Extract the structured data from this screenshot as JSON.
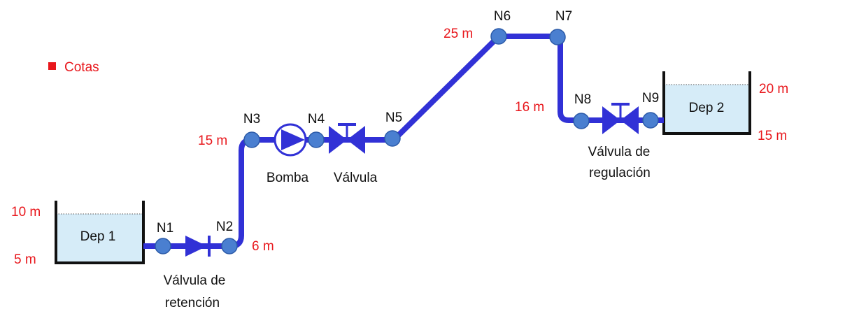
{
  "colors": {
    "pipe": "#3131d6",
    "node_fill": "#4a7fd0",
    "node_stroke": "#2b5aa8",
    "cota": "#e8171c",
    "tank_water": "#d6ecf8",
    "tank_wall": "#111111"
  },
  "legend": {
    "label": "Cotas",
    "icon": "red-square-icon"
  },
  "tanks": [
    {
      "id": "dep1",
      "label": "Dep 1"
    },
    {
      "id": "dep2",
      "label": "Dep 2"
    }
  ],
  "nodes": [
    "N1",
    "N2",
    "N3",
    "N4",
    "N5",
    "N6",
    "N7",
    "N8",
    "N9"
  ],
  "cotas": {
    "dep1_top": "10 m",
    "dep1_bottom": "5 m",
    "n2": "6 m",
    "n3": "15 m",
    "n6": "25 m",
    "n8": "16 m",
    "dep2_top": "20 m",
    "dep2_bottom": "15 m"
  },
  "components": {
    "check_valve": [
      "Válvula de",
      "retención"
    ],
    "pump": "Bomba",
    "valve": "Válvula",
    "regulating_valve": [
      "Válvula de",
      "regulación"
    ]
  }
}
